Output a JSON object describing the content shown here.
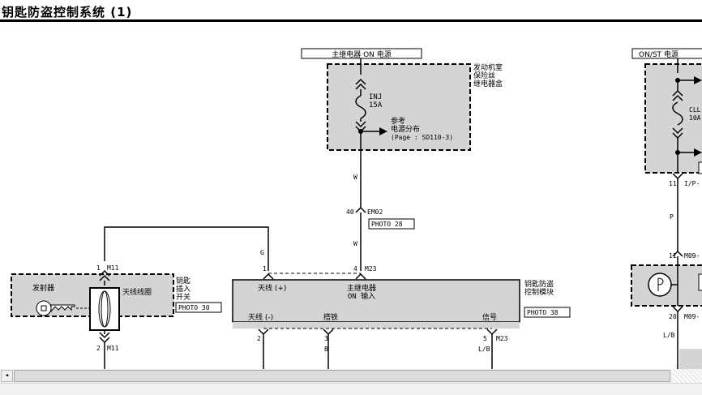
{
  "page": {
    "title": "钥匙防盗控制系统 (1)"
  },
  "labels": {
    "main_relay_on_power": "主继电器 ON 电源",
    "on_st_power": "ON/ST 电源",
    "engine_room_box": [
      "发动机室",
      "保险丝",
      "继电器盒"
    ],
    "inj_fuse": [
      "INJ",
      "15A"
    ],
    "ref_power": [
      "参考",
      "电源分布",
      "(Page : SD110-3)"
    ],
    "wire_w1": "W",
    "wire_w2": "W",
    "conn_em02_pin": "40",
    "conn_em02": "EM02",
    "photo_28": "PHOTO 28",
    "wire_g": "G",
    "m11_pin_top": "1",
    "m11_top": "M11",
    "pin_1": "1",
    "pin_4": "4",
    "m23_top": "M23",
    "transmitter": "发射器",
    "antenna_coil": "天线线圈",
    "key_switch": [
      "钥匙",
      "插入",
      "开关"
    ],
    "photo_30": "PHOTO 30",
    "antenna_pos": "天线 (+)",
    "main_relay_input": [
      "主继电器",
      "ON 输入"
    ],
    "immo_module": [
      "钥匙防盗",
      "控制模块"
    ],
    "photo_38": "PHOTO 38",
    "antenna_neg": "天线 (-)",
    "ground": "搭铁",
    "signal": "信号",
    "m11_pin_bot": "2",
    "m11_bot": "M11",
    "pin_2": "2",
    "pin_3": "3",
    "pin_5": "5",
    "m23_bot": "M23",
    "wire_b": "B",
    "wire_lb_cut": "L/B",
    "cll_fuse": [
      "CLL",
      "10A"
    ],
    "ip_pin": "11",
    "ip_conn": "I/P-",
    "wire_p": "P",
    "m09_pin_top": "11",
    "m09_top": "M09-",
    "m09_pin_bot": "20",
    "m09_bot": "M09-",
    "wire_lb": "L/B"
  },
  "scrollbar": {
    "left_arrow": "◂"
  }
}
